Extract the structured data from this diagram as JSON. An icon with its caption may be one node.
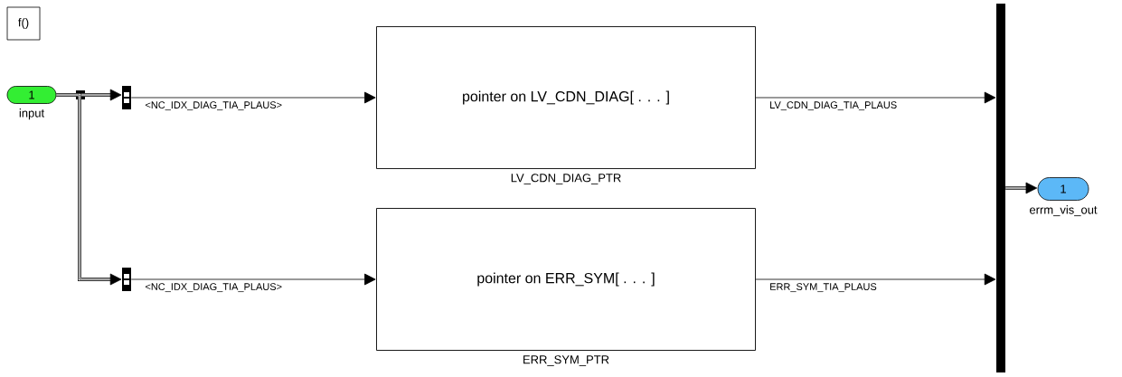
{
  "diagram": {
    "nodes": [
      {
        "text": [
          "f()"
        ]
      },
      {
        "text": [
          "1"
        ],
        "beside": [
          "input"
        ]
      },
      {
        "text": [],
        "shape": "bar"
      },
      {
        "text": [],
        "shape": "bar"
      },
      {
        "text": [
          "pointer on LV_CDN_DIAG[ . . . ]"
        ],
        "beside": [
          "LV_CDN_DIAG_PTR"
        ]
      },
      {
        "text": [
          "pointer on ERR_SYM[ . . . ]"
        ],
        "beside": [
          "ERR_SYM_PTR"
        ]
      },
      {
        "text": [],
        "shape": "bar"
      },
      {
        "text": [
          "1"
        ],
        "beside": [
          "errm_vis_out"
        ]
      }
    ],
    "edges": [
      {
        "from": 1,
        "to": 2,
        "arrow": "to",
        "style": "thick"
      },
      {
        "from": 1,
        "to": 3,
        "arrow": "to",
        "style": "thick"
      },
      {
        "from": 2,
        "to": 4,
        "arrow": "to",
        "label": "<NC_IDX_DIAG_TIA_PLAUS>"
      },
      {
        "from": 3,
        "to": 5,
        "arrow": "to",
        "label": "<NC_IDX_DIAG_TIA_PLAUS>"
      },
      {
        "from": 4,
        "to": 6,
        "arrow": "to",
        "label": "LV_CDN_DIAG_TIA_PLAUS"
      },
      {
        "from": 5,
        "to": 6,
        "arrow": "to",
        "label": "ERR_SYM_TIA_PLAUS"
      },
      {
        "from": 6,
        "to": 7,
        "arrow": "to",
        "style": "thick"
      }
    ]
  }
}
